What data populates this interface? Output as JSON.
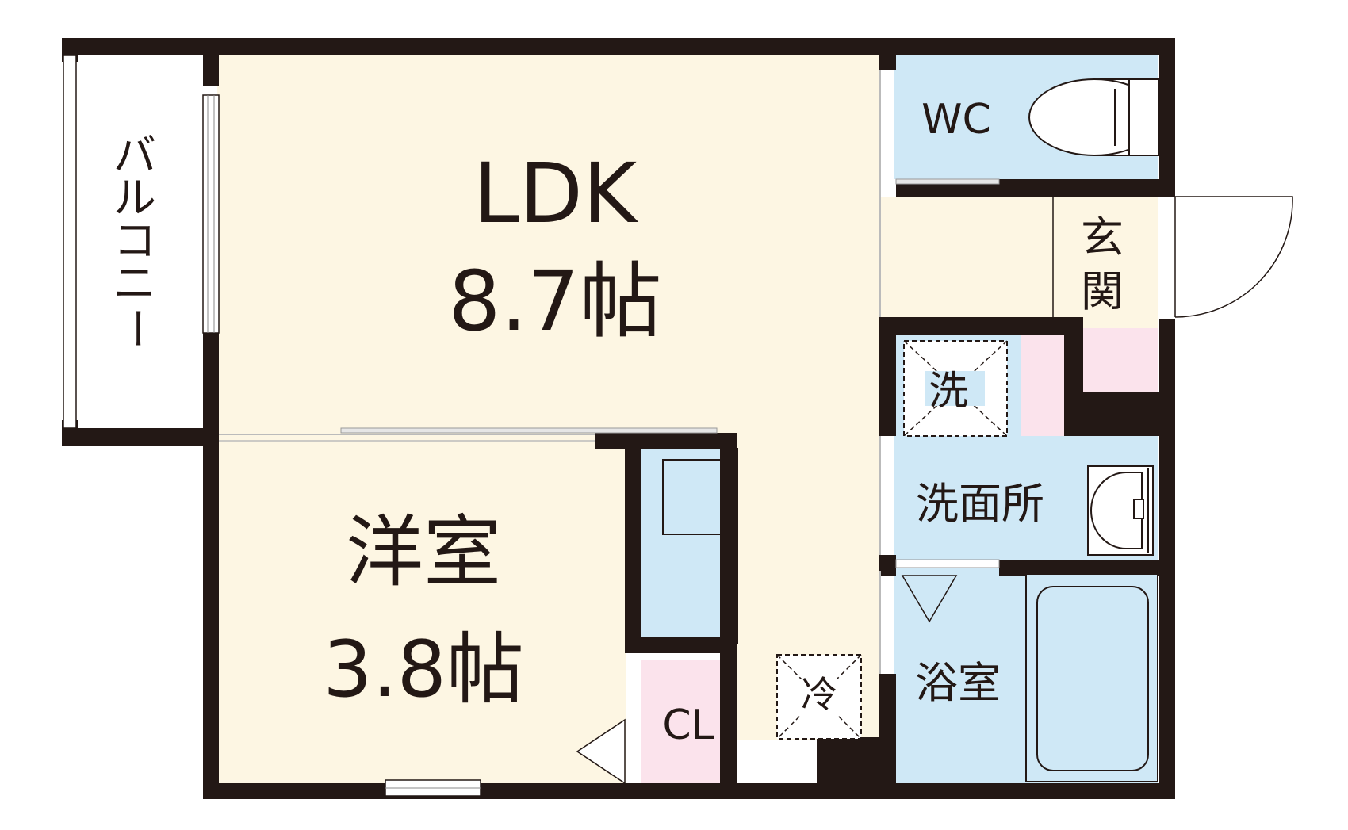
{
  "rooms": {
    "ldk": {
      "name": "LDK",
      "size": "8.7帖"
    },
    "western": {
      "name": "洋室",
      "size": "3.8帖"
    },
    "balcony": {
      "chars": [
        "バ",
        "ル",
        "コ",
        "ニ",
        "ー"
      ]
    },
    "wc": "WC",
    "entrance": {
      "chars": [
        "玄",
        "関"
      ]
    },
    "washer": "洗",
    "washroom": "洗面所",
    "bath": "浴室",
    "closet": "CL",
    "fridge": "冷"
  },
  "colors": {
    "wall": "#231815",
    "living": "#fdf6e3",
    "wet": "#cfe8f6",
    "storage": "#fbe3ec",
    "fixture_stroke": "#231815",
    "window": "#ffffff"
  },
  "icons": [
    "toilet-icon",
    "washbasin-icon",
    "bathtub-icon",
    "washing-machine-icon",
    "refrigerator-icon",
    "door-swing-icon"
  ]
}
